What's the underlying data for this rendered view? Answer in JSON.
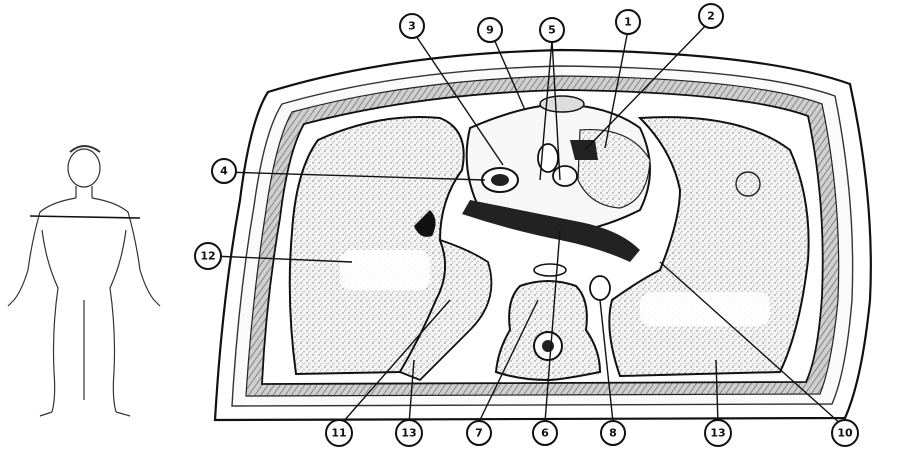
{
  "figure": {
    "callouts": [
      {
        "id": "c1",
        "label": "1"
      },
      {
        "id": "c2",
        "label": "2"
      },
      {
        "id": "c3",
        "label": "3"
      },
      {
        "id": "c4",
        "label": "4"
      },
      {
        "id": "c5",
        "label": "5"
      },
      {
        "id": "c6",
        "label": "6"
      },
      {
        "id": "c7",
        "label": "7"
      },
      {
        "id": "c8",
        "label": "8"
      },
      {
        "id": "c9",
        "label": "9"
      },
      {
        "id": "c10",
        "label": "10"
      },
      {
        "id": "c11",
        "label": "11"
      },
      {
        "id": "c12",
        "label": "12"
      },
      {
        "id": "c13a",
        "label": "13"
      },
      {
        "id": "c13b",
        "label": "13"
      }
    ]
  }
}
